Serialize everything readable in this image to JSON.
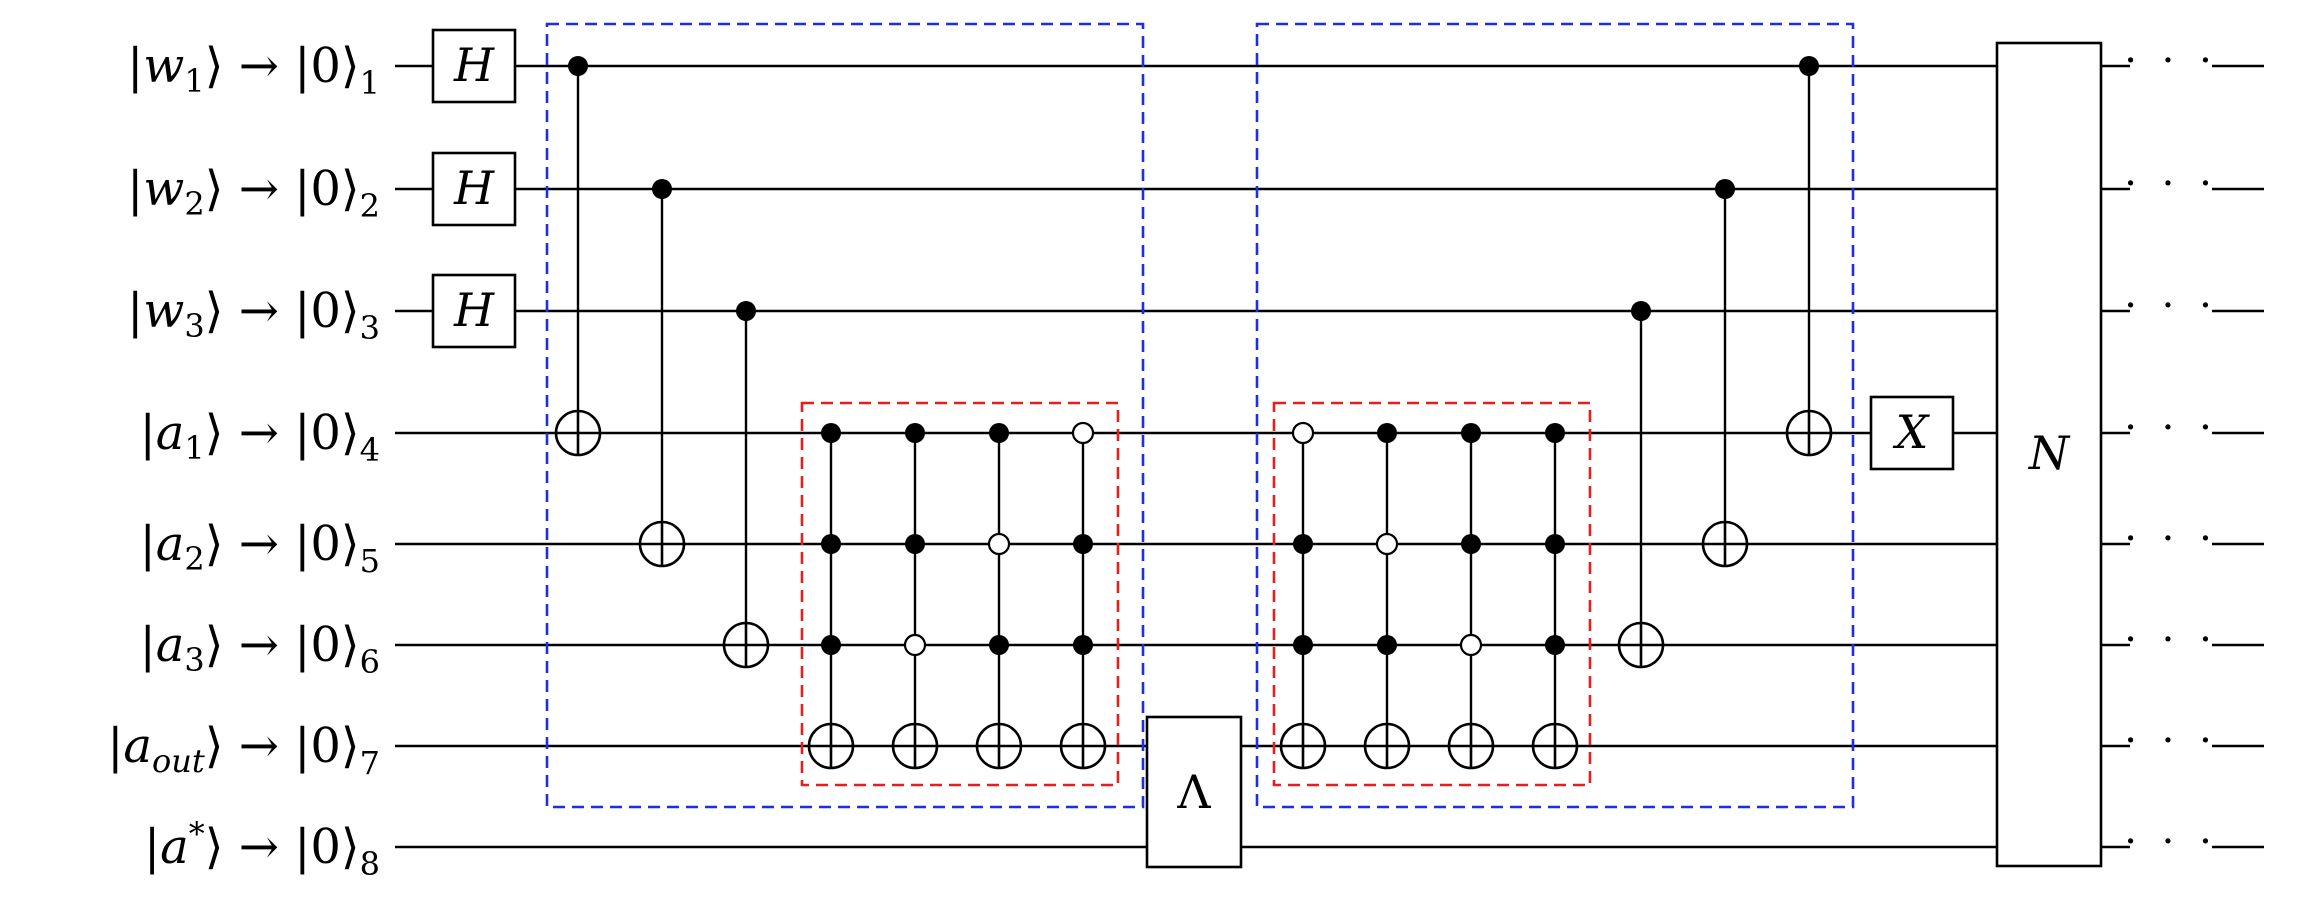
{
  "qubits": [
    {
      "state": "w",
      "state_sub": "1",
      "state_sup": "",
      "ket_sub": "1"
    },
    {
      "state": "w",
      "state_sub": "2",
      "state_sup": "",
      "ket_sub": "2"
    },
    {
      "state": "w",
      "state_sub": "3",
      "state_sup": "",
      "ket_sub": "3"
    },
    {
      "state": "a",
      "state_sub": "1",
      "state_sup": "",
      "ket_sub": "4"
    },
    {
      "state": "a",
      "state_sub": "2",
      "state_sup": "",
      "ket_sub": "5"
    },
    {
      "state": "a",
      "state_sub": "3",
      "state_sup": "",
      "ket_sub": "6"
    },
    {
      "state": "a",
      "state_sub": "out",
      "state_sup": "",
      "ket_sub": "7"
    },
    {
      "state": "a",
      "state_sub": "",
      "state_sup": "*",
      "ket_sub": "8"
    }
  ],
  "arrow": "→",
  "ket_value": "0",
  "gates": {
    "hadamard": "H",
    "x": "X",
    "lambda": "Λ",
    "n": "N"
  },
  "continuation": "· · ·",
  "colors": {
    "blue_box": "#1f2ee6",
    "red_box": "#e61e1e",
    "wire": "#000000"
  },
  "toffoli_groups": [
    [
      {
        "controls": [
          [
            4,
            "closed"
          ],
          [
            5,
            "closed"
          ],
          [
            6,
            "closed"
          ]
        ],
        "target": 7
      },
      {
        "controls": [
          [
            4,
            "closed"
          ],
          [
            5,
            "closed"
          ],
          [
            6,
            "open"
          ]
        ],
        "target": 7
      },
      {
        "controls": [
          [
            4,
            "closed"
          ],
          [
            5,
            "open"
          ],
          [
            6,
            "closed"
          ]
        ],
        "target": 7
      },
      {
        "controls": [
          [
            4,
            "open"
          ],
          [
            5,
            "closed"
          ],
          [
            6,
            "closed"
          ]
        ],
        "target": 7
      }
    ],
    [
      {
        "controls": [
          [
            4,
            "open"
          ],
          [
            5,
            "closed"
          ],
          [
            6,
            "closed"
          ]
        ],
        "target": 7
      },
      {
        "controls": [
          [
            4,
            "closed"
          ],
          [
            5,
            "open"
          ],
          [
            6,
            "closed"
          ]
        ],
        "target": 7
      },
      {
        "controls": [
          [
            4,
            "closed"
          ],
          [
            5,
            "closed"
          ],
          [
            6,
            "open"
          ]
        ],
        "target": 7
      },
      {
        "controls": [
          [
            4,
            "closed"
          ],
          [
            5,
            "closed"
          ],
          [
            6,
            "closed"
          ]
        ],
        "target": 7
      }
    ]
  ],
  "cnots_first": [
    {
      "control": 1,
      "target": 4
    },
    {
      "control": 2,
      "target": 5
    },
    {
      "control": 3,
      "target": 6
    }
  ],
  "cnots_second": [
    {
      "control": 3,
      "target": 6
    },
    {
      "control": 2,
      "target": 5
    },
    {
      "control": 1,
      "target": 4
    }
  ]
}
